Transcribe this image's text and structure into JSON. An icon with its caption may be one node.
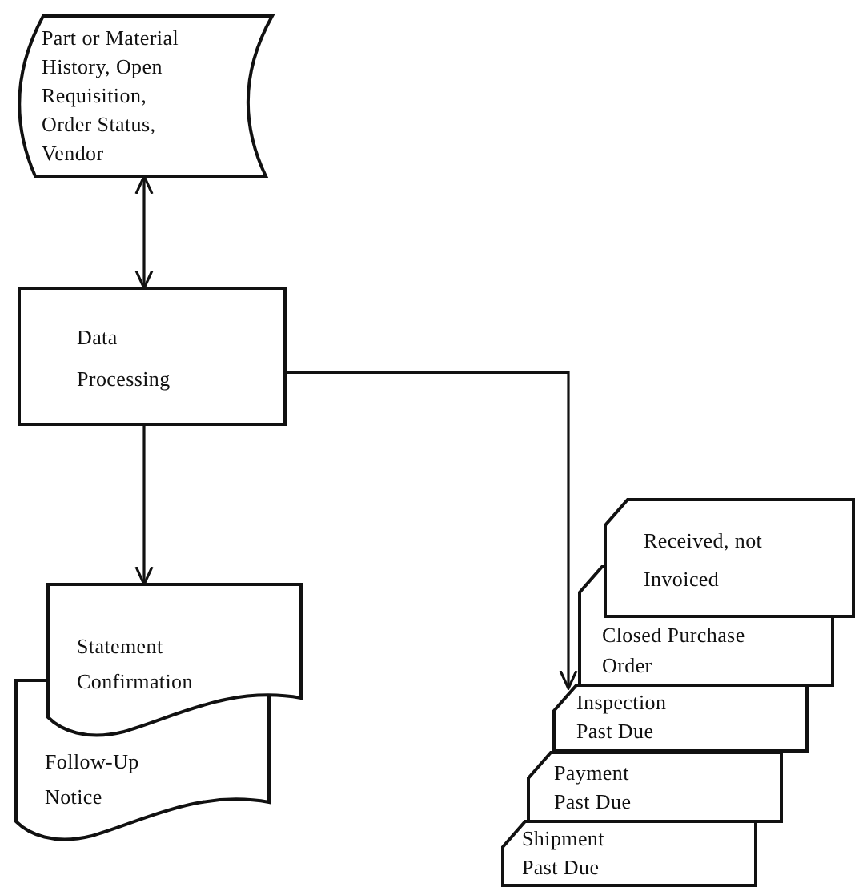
{
  "diagram": {
    "nodes": [
      {
        "text": [
          "Part or Material History, Open Requisition, Order Status, Vendor"
        ]
      },
      {
        "text": [
          "Data Processing"
        ]
      },
      {
        "text": [
          "Statement Confirmation"
        ]
      },
      {
        "text": [
          "Follow-Up Notice"
        ]
      },
      {
        "text": [
          "Received, not Invoiced"
        ]
      },
      {
        "text": [
          "Closed Purchase Order"
        ]
      },
      {
        "text": [
          "Inspection Past Due"
        ]
      },
      {
        "text": [
          "Payment Past Due"
        ]
      },
      {
        "text": [
          "Shipment Past Due"
        ]
      }
    ],
    "edges": [
      {
        "from": 0,
        "to": 1,
        "arrow": "both"
      },
      {
        "from": 1,
        "to": 2,
        "arrow": "to"
      },
      {
        "from": 1,
        "to": 6,
        "arrow": "to"
      }
    ]
  }
}
